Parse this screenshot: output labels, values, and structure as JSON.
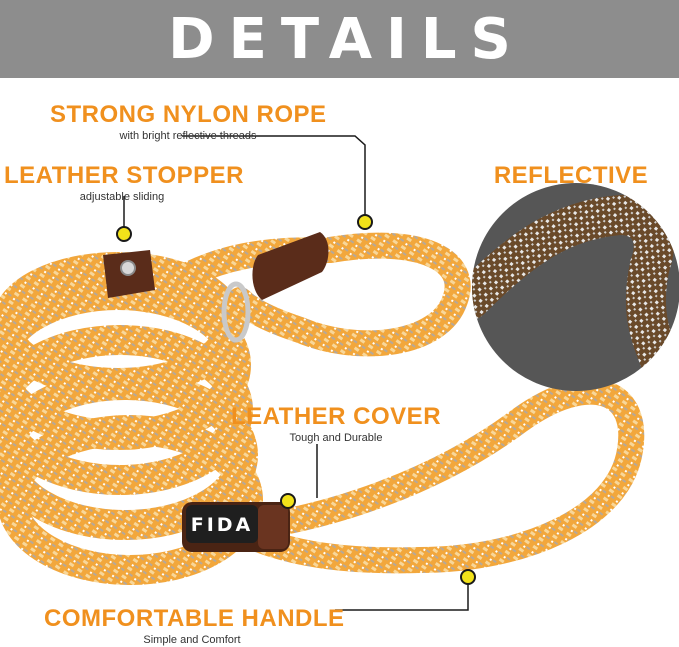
{
  "banner": {
    "title": "DETAILS"
  },
  "callouts": {
    "rope": {
      "title": "STRONG NYLON ROPE",
      "subtitle": "with bright reflective threads"
    },
    "stopper": {
      "title": "LEATHER STOPPER",
      "subtitle": "adjustable sliding"
    },
    "reflective": {
      "title": "REFLECTIVE"
    },
    "cover": {
      "title": "LEATHER COVER",
      "subtitle": "Tough and Durable"
    },
    "handle": {
      "title": "COMFORTABLE HANDLE",
      "subtitle": "Simple and Comfort"
    }
  },
  "product": {
    "brand": "FIDA"
  },
  "colors": {
    "banner": "#8d8d8d",
    "accent_orange": "#f0901e",
    "rope_orange": "#f2a73c",
    "rope_light": "#f8d79a",
    "leather": "#5a2c1a",
    "marker_yellow": "#f2e21a",
    "reflective_bg": "#565656"
  }
}
